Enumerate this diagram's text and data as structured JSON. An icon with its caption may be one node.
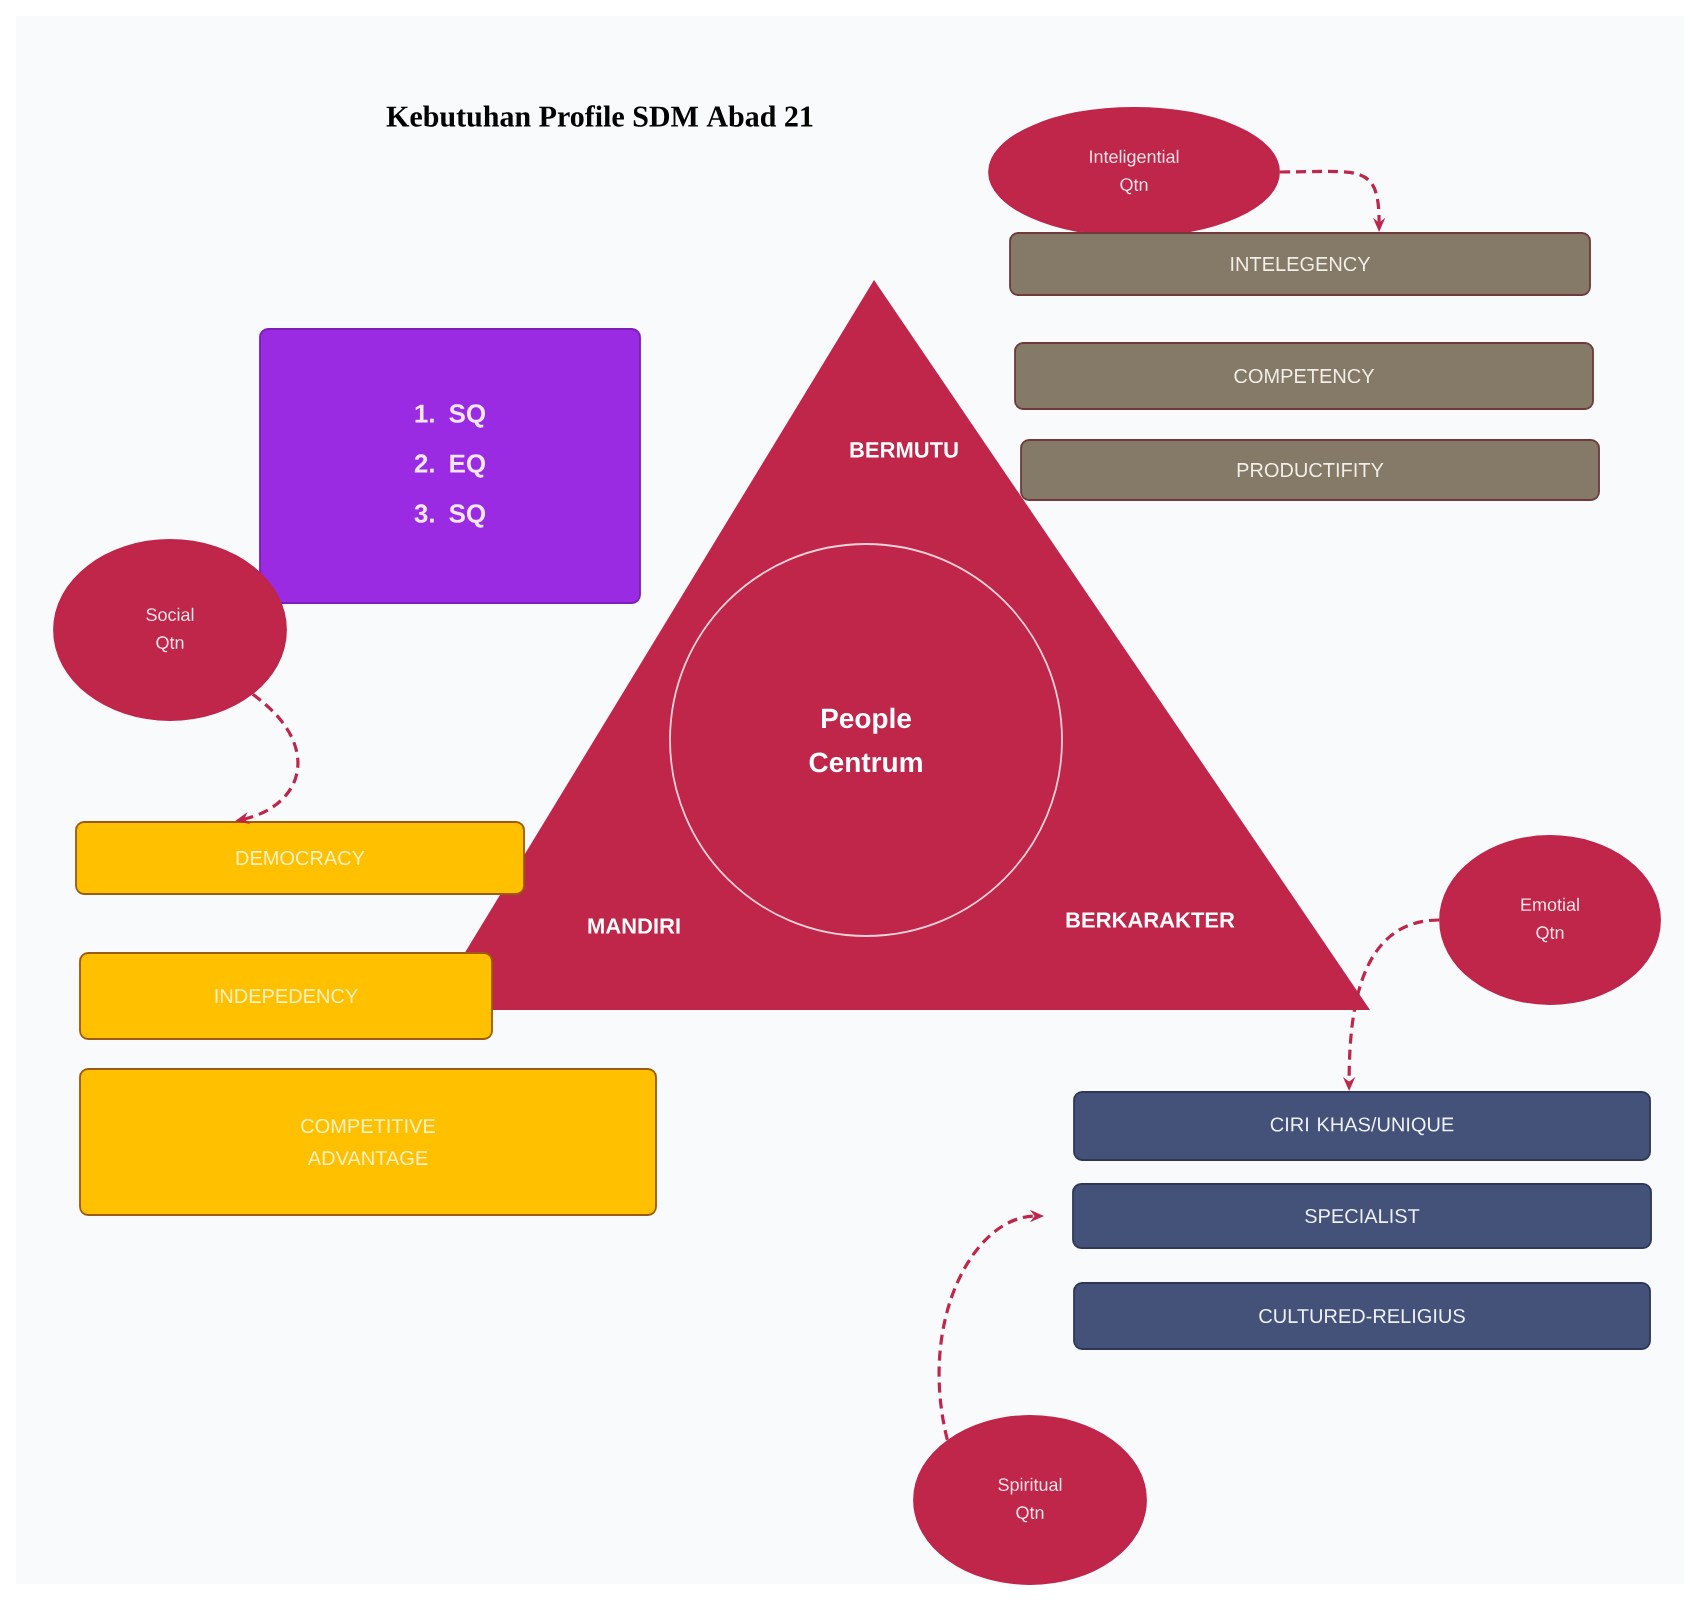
{
  "diagram": {
    "title": "Kebutuhan Profile SDM Abad 21",
    "nodes": [
      {
        "text": [
          "1. SQ",
          "2. EQ",
          "3. SQ"
        ]
      },
      {
        "text": [
          "BERMUTU",
          "MANDIRI",
          "BERKARAKTER"
        ]
      },
      {
        "text": [
          "People Centrum"
        ],
        "in": 1
      },
      {
        "text": [
          "Inteligential Qtn"
        ]
      },
      {
        "text": [
          "INTELEGENCY"
        ]
      },
      {
        "text": [
          "COMPETENCY"
        ]
      },
      {
        "text": [
          "PRODUCTIFITY"
        ]
      },
      {
        "text": [
          "Social Qtn"
        ]
      },
      {
        "text": [
          "DEMOCRACY"
        ]
      },
      {
        "text": [
          "INDEPEDENCY"
        ]
      },
      {
        "text": [
          "COMPETITIVE ADVANTAGE"
        ]
      },
      {
        "text": [
          "Emotial Qtn"
        ]
      },
      {
        "text": [
          "CIRI KHAS/UNIQUE"
        ]
      },
      {
        "text": [
          "SPECIALIST"
        ]
      },
      {
        "text": [
          "CULTURED-RELIGIUS"
        ]
      },
      {
        "text": [
          "Spiritual Qtn"
        ]
      }
    ],
    "edges": [
      {
        "from": 3,
        "to": 4,
        "arrow": "to",
        "style": "dashed"
      },
      {
        "from": 7,
        "to": 8,
        "arrow": "to",
        "style": "dashed"
      },
      {
        "from": 11,
        "to": 12,
        "arrow": "to",
        "style": "dashed"
      },
      {
        "from": 15,
        "to": 13,
        "arrow": "to",
        "style": "dashed"
      }
    ]
  }
}
